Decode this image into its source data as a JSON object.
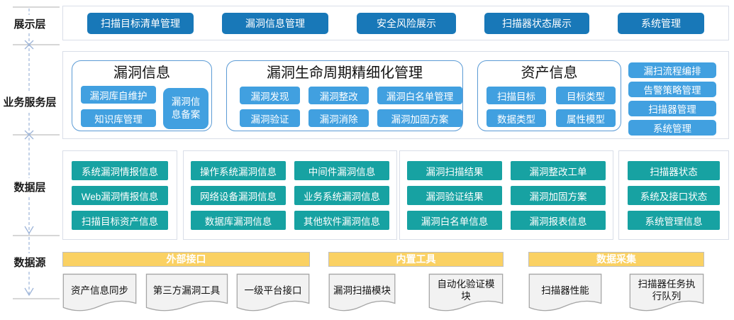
{
  "rail": {
    "layers": [
      "展示层",
      "业务服务层",
      "数据层",
      "数据源"
    ]
  },
  "presentation": {
    "buttons": [
      "扫描目标清单管理",
      "漏洞信息管理",
      "安全风险展示",
      "扫描器状态展示",
      "系统管理"
    ]
  },
  "business": {
    "group1": {
      "title": "漏洞信息",
      "btn1": "漏洞库自维护",
      "btn2": "知识库管理",
      "btn3": "漏洞信息备案"
    },
    "group2": {
      "title": "漏洞生命周期精细化管理",
      "row1": [
        "漏洞发现",
        "漏洞整改",
        "漏洞白名单管理"
      ],
      "row2": [
        "漏洞验证",
        "漏洞消除",
        "漏洞加固方案"
      ]
    },
    "group3": {
      "title": "资产信息",
      "row1": [
        "扫描目标",
        "目标类型"
      ],
      "row2": [
        "数据类型",
        "属性模型"
      ]
    },
    "side_buttons": [
      "漏扫流程编排",
      "告警策略管理",
      "扫描器管理",
      "系统管理"
    ]
  },
  "data_layer": {
    "box1": [
      "系统漏洞情报信息",
      "Web漏洞情报信息",
      "扫描目标资产信息"
    ],
    "box2": [
      "操作系统漏洞信息",
      "网络设备漏洞信息",
      "数据库漏洞信息",
      "中间件漏洞信息",
      "业务系统漏洞信息",
      "其他软件漏洞信息"
    ],
    "box3": [
      "漏洞扫描结果",
      "漏洞验证结果",
      "漏洞白名单信息",
      "漏洞整改工单",
      "漏洞加固方案",
      "漏洞报表信息"
    ],
    "box4": [
      "扫描器状态",
      "系统及接口状态",
      "系统管理信息"
    ]
  },
  "data_source": {
    "sections": [
      {
        "header": "外部接口",
        "docs": [
          "资产信息同步",
          "第三方漏洞工具",
          "一级平台接口"
        ]
      },
      {
        "header": "内置工具",
        "docs": [
          "漏洞扫描模块",
          "自动化验证模块"
        ]
      },
      {
        "header": "数据采集",
        "docs": [
          "扫描器性能",
          "扫描器任务执行队列"
        ]
      }
    ]
  },
  "colors": {
    "presentation_button": "#1878b8",
    "business_button": "#41a0e0",
    "group_border": "#5b9bd5",
    "data_button": "#17a2a2",
    "source_header": "#fad163",
    "doc_fill": "#f2f2f2",
    "doc_border": "#a6a6a6",
    "container_border": "#d9dee8",
    "rail": "#9db4d8"
  }
}
